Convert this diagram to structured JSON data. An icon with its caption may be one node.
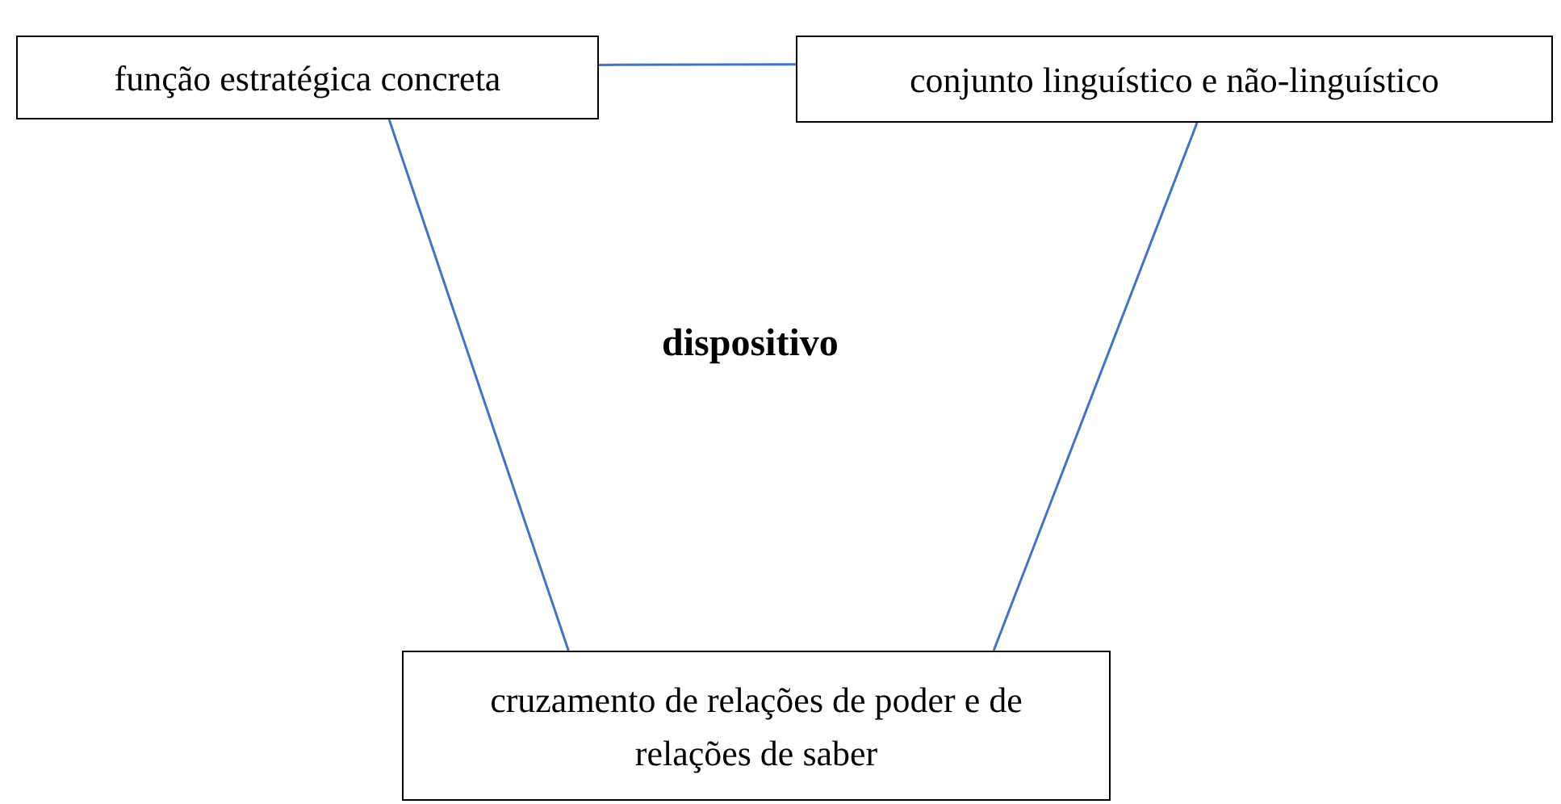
{
  "diagram": {
    "nodes": [
      {
        "text": [
          "função estratégica concreta"
        ]
      },
      {
        "text": [
          "conjunto linguístico e não-linguístico"
        ]
      },
      {
        "text": [
          "cruzamento de relações de poder e de relações de saber"
        ]
      }
    ],
    "edges": [
      {
        "from": 0,
        "to": 1,
        "arrow": "none"
      },
      {
        "from": 0,
        "to": 2,
        "arrow": "none"
      },
      {
        "from": 1,
        "to": 2,
        "arrow": "none"
      }
    ],
    "labels": [
      "dispositivo"
    ]
  }
}
